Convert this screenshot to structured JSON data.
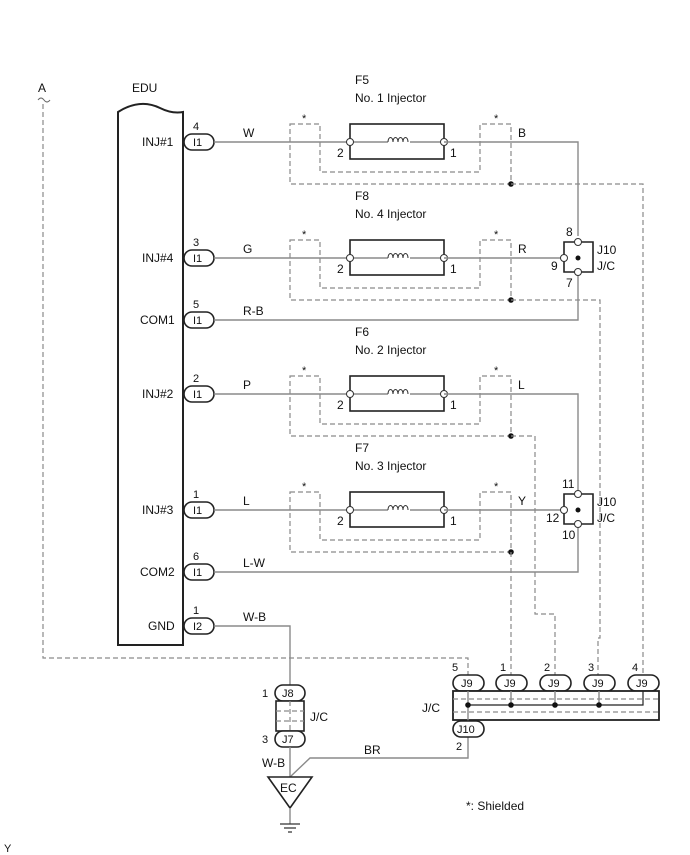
{
  "diagram": {
    "ecu": {
      "label": "EDU"
    },
    "offpage": {
      "top_label": "A",
      "bottom_label": "Y"
    },
    "ecu_pins": [
      {
        "name": "INJ#1",
        "pin": "4",
        "connector": "I1",
        "wire": "W"
      },
      {
        "name": "INJ#4",
        "pin": "3",
        "connector": "I1",
        "wire": "G"
      },
      {
        "name": "COM1",
        "pin": "5",
        "connector": "I1",
        "wire": "R-B"
      },
      {
        "name": "INJ#2",
        "pin": "2",
        "connector": "I1",
        "wire": "P"
      },
      {
        "name": "INJ#3",
        "pin": "1",
        "connector": "I1",
        "wire": "L"
      },
      {
        "name": "COM2",
        "pin": "6",
        "connector": "I1",
        "wire": "L-W"
      },
      {
        "name": "GND",
        "pin": "1",
        "connector": "I2",
        "wire": "W-B"
      }
    ],
    "injectors": [
      {
        "code": "F5",
        "name": "No. 1 Injector",
        "pin_left": "2",
        "pin_right": "1",
        "out_wire": "B",
        "shield": "*"
      },
      {
        "code": "F8",
        "name": "No. 4 Injector",
        "pin_left": "2",
        "pin_right": "1",
        "out_wire": "R",
        "shield": "*"
      },
      {
        "code": "F6",
        "name": "No. 2 Injector",
        "pin_left": "2",
        "pin_right": "1",
        "out_wire": "L",
        "shield": "*"
      },
      {
        "code": "F7",
        "name": "No. 3 Injector",
        "pin_left": "2",
        "pin_right": "1",
        "out_wire": "Y",
        "shield": "*"
      }
    ],
    "junctions": [
      {
        "code": "J10",
        "type": "J/C",
        "pins": [
          "8",
          "9",
          "7"
        ]
      },
      {
        "code": "J10",
        "type": "J/C",
        "pins": [
          "11",
          "12",
          "10"
        ]
      }
    ],
    "j9_block": {
      "label": "J/C",
      "connectors": [
        {
          "code": "J9",
          "pin": "5"
        },
        {
          "code": "J9",
          "pin": "1"
        },
        {
          "code": "J9",
          "pin": "2"
        },
        {
          "code": "J9",
          "pin": "3"
        },
        {
          "code": "J9",
          "pin": "4"
        }
      ],
      "bottom": {
        "code": "J10",
        "pin": "2"
      }
    },
    "ground_jc": {
      "label": "J/C",
      "top": {
        "code": "J8",
        "pin": "1"
      },
      "bottom": {
        "code": "J7",
        "pin": "3"
      }
    },
    "ground_wires": {
      "left": "W-B",
      "right": "BR"
    },
    "ground_point": "EC",
    "legend": "*: Shielded"
  }
}
